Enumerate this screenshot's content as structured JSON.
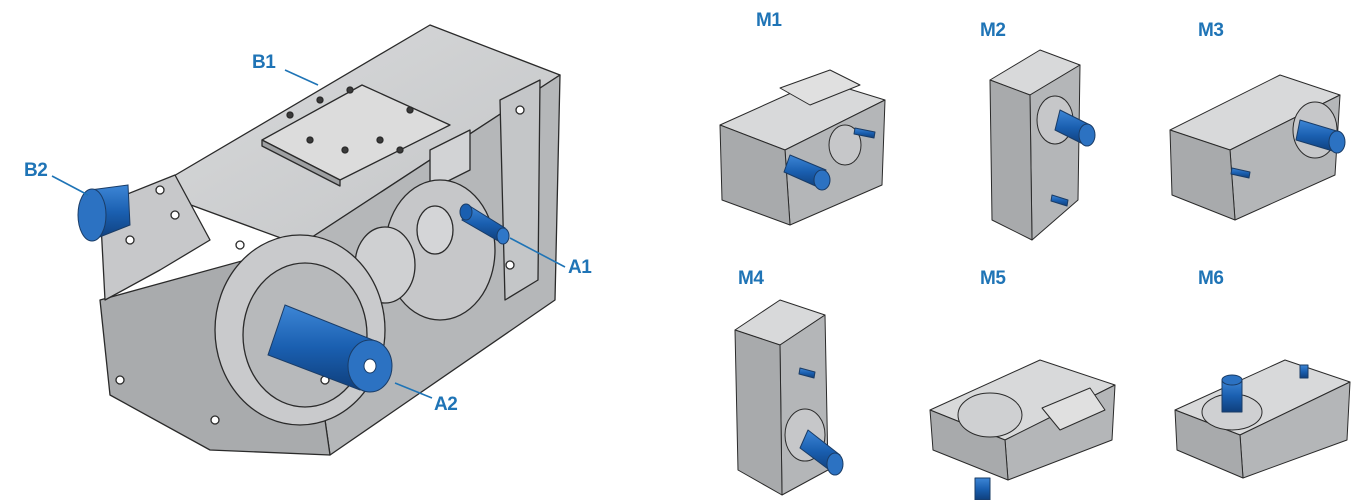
{
  "main_diagram": {
    "callouts": {
      "b1": "B1",
      "b2": "B2",
      "a1": "A1",
      "a2": "A2"
    }
  },
  "mounting_positions": [
    {
      "id": "m1",
      "label": "M1"
    },
    {
      "id": "m2",
      "label": "M2"
    },
    {
      "id": "m3",
      "label": "M3"
    },
    {
      "id": "m4",
      "label": "M4"
    },
    {
      "id": "m5",
      "label": "M5"
    },
    {
      "id": "m6",
      "label": "M6"
    }
  ],
  "colors": {
    "label_blue": "#1f74b6",
    "shaft_blue": "#1a5fb0",
    "housing_gray": "#b9bbbd",
    "outline": "#2a2a2a"
  }
}
